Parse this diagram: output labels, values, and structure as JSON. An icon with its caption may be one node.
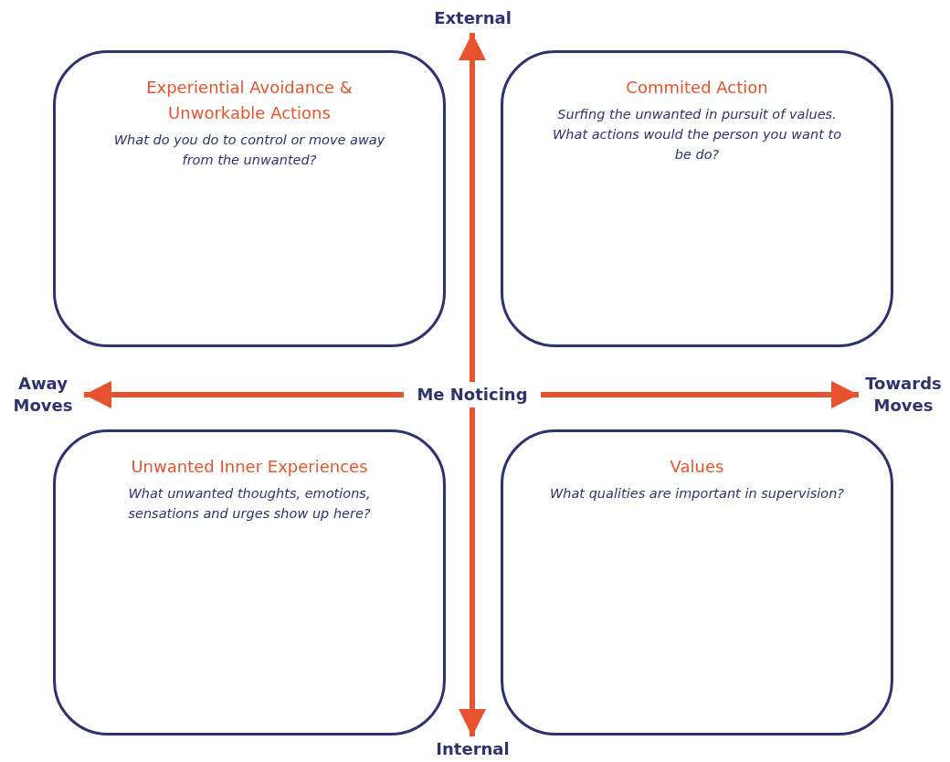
{
  "diagram": {
    "nodes": [
      {
        "text": [
          "Experiential Avoidance & Unworkable Actions",
          "What do you do to control or move away from the unwanted?"
        ]
      },
      {
        "text": [
          "Commited Action",
          "Surfing the unwanted in pursuit of values. What actions would the person you want to be do?"
        ]
      },
      {
        "text": [
          "Unwanted Inner Experiences",
          "What unwanted thoughts, emotions, sensations and urges show up here?"
        ]
      },
      {
        "text": [
          "Values",
          "What qualities are important in supervision?"
        ]
      },
      {
        "text": [
          "External"
        ]
      },
      {
        "text": [
          "Away Moves"
        ]
      },
      {
        "text": [
          "Towards Moves"
        ]
      },
      {
        "text": [
          "Internal"
        ]
      },
      {
        "text": [
          "Me Noticing"
        ]
      }
    ],
    "edges": [
      {
        "from": 8,
        "to": 4,
        "arrow": "to"
      },
      {
        "from": 8,
        "to": 5,
        "arrow": "to"
      },
      {
        "from": 8,
        "to": 6,
        "arrow": "to"
      },
      {
        "from": 8,
        "to": 7,
        "arrow": "to"
      }
    ]
  }
}
